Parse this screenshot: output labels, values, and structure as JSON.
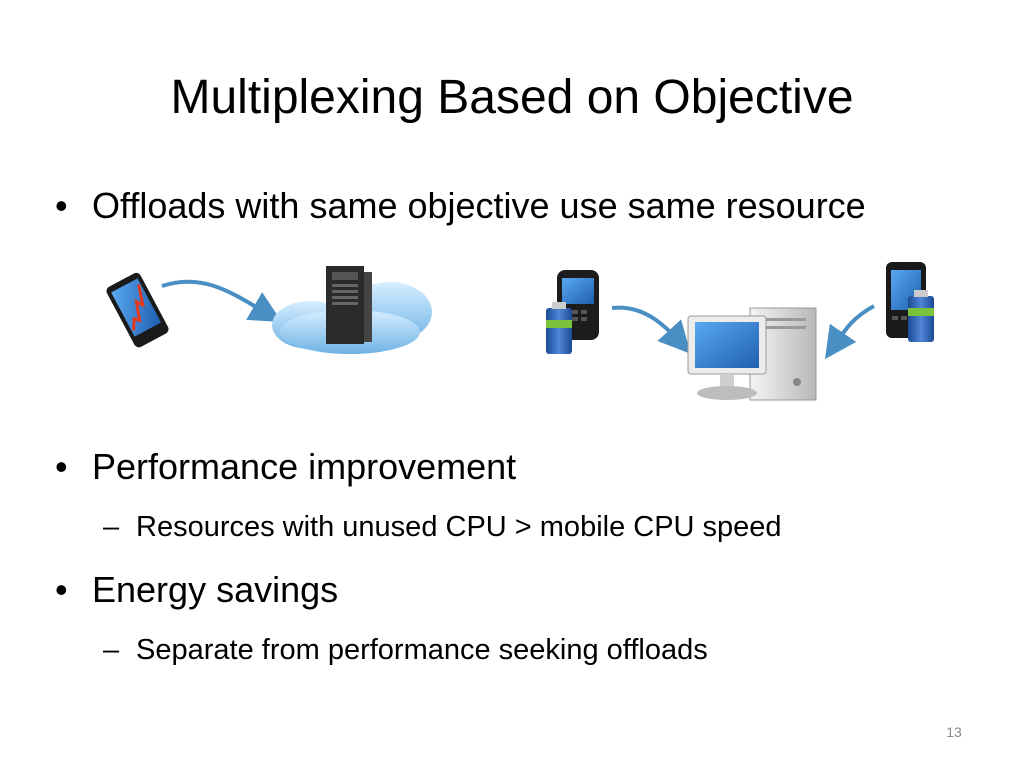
{
  "slide": {
    "title": "Multiplexing Based on Objective",
    "bullets": [
      {
        "text": "Offloads with same objective use same resource",
        "subs": []
      },
      {
        "text": "Performance improvement",
        "subs": [
          "Resources with unused CPU > mobile CPU speed"
        ]
      },
      {
        "text": "Energy savings",
        "subs": [
          "Separate from performance seeking offloads"
        ]
      }
    ],
    "bullet_char": "•",
    "sub_char": "–",
    "page_number": "13"
  },
  "illustration": {
    "left_group": [
      "smartphone-performance-icon",
      "arrow-icon",
      "cloud-server-icon"
    ],
    "right_group": [
      "blackberry-battery-icon",
      "arrow-icon",
      "desktop-computer-icon",
      "arrow-icon",
      "smartphone-battery-icon"
    ]
  },
  "colors": {
    "cloud": "#8ec9f0",
    "arrow": "#4a8fc4",
    "screen": "#2f78c8",
    "battery_blue": "#2d5fb0",
    "battery_green": "#7cc13a"
  }
}
